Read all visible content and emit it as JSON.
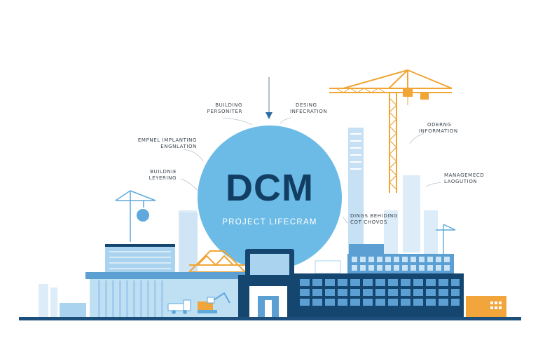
{
  "hub": {
    "title": "DCM",
    "subtitle": "PROJECT LIFECRAM"
  },
  "labels": [
    {
      "id": "building-prebuilt",
      "lines": [
        "BUILDING",
        "PERSONITER"
      ]
    },
    {
      "id": "design-information",
      "lines": [
        "DESING",
        "INFECRATION"
      ]
    },
    {
      "id": "ownel-implanting",
      "lines": [
        "EMPNEL IMPLANTING",
        "ENGNLATION"
      ]
    },
    {
      "id": "building-layering",
      "lines": [
        "BUILDNIE",
        "LEYERING"
      ]
    },
    {
      "id": "ordering-information",
      "lines": [
        "ODERNG",
        "INFORMATION"
      ]
    },
    {
      "id": "managed-lagoring",
      "lines": [
        "MANAGEMECD",
        "LAOGUTION"
      ]
    },
    {
      "id": "bring-hosting",
      "lines": [
        "DINGS BEHIDING",
        "COT CHOVOS"
      ]
    }
  ],
  "colors": {
    "hub": "#6bbbe6",
    "hub_text": "#123e63",
    "navy": "#15466f",
    "light_blue": "#a9d3ef",
    "pale_blue": "#d3e9f7",
    "mid_blue": "#5b9fd3",
    "orange": "#f2a53a",
    "ground": "#1c4f7c"
  },
  "icons": [
    "tower-crane-icon",
    "small-crane-icon",
    "truss-bridge-icon",
    "excavator-icon",
    "truck-icon",
    "skyscraper-icon"
  ]
}
